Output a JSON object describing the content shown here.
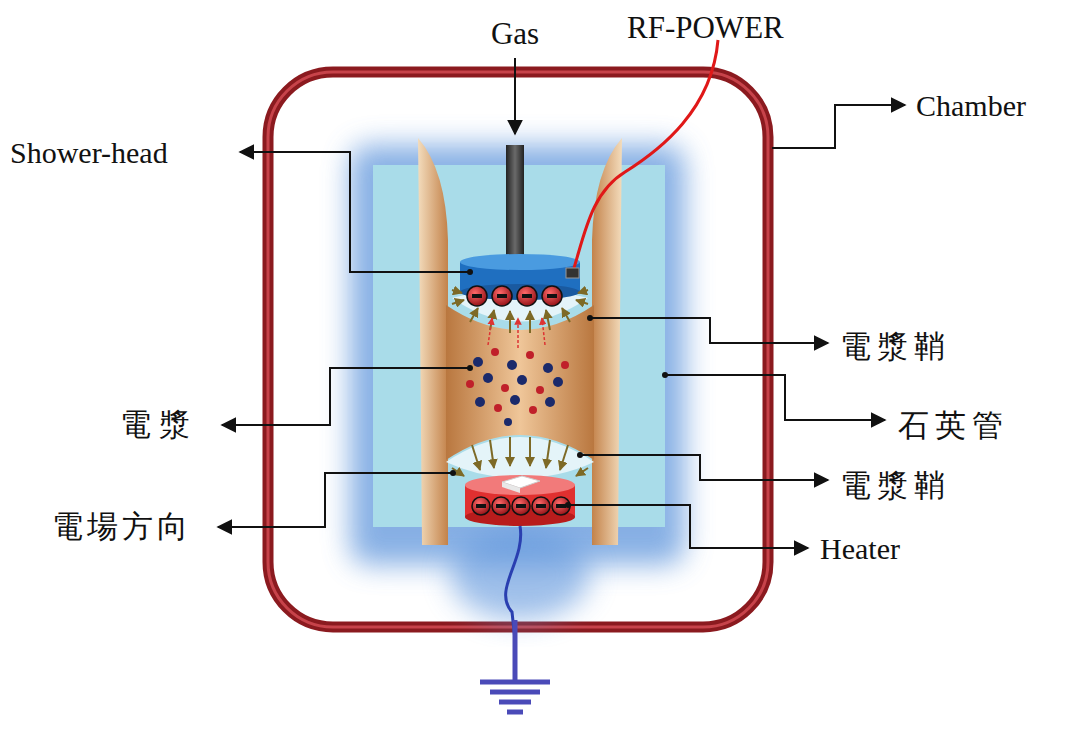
{
  "diagram": {
    "labels": [
      "Gas",
      "RF-POWER",
      "Shower-head",
      "Chamber",
      "電漿鞘",
      "電漿",
      "石英管",
      "電漿鞘",
      "電場方向",
      "Heater"
    ]
  }
}
